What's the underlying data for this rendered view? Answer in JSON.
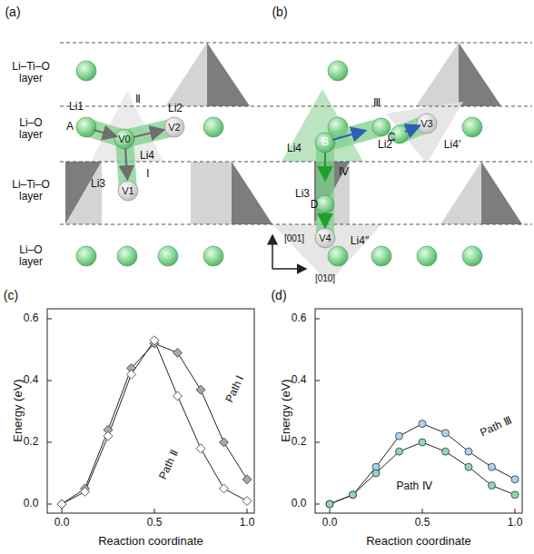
{
  "diagram": {
    "labels": [
      "(a)",
      "(b)",
      "Li–Ti–O layer",
      "Li–O layer",
      "Li–Ti–O layer",
      "Li–O layer",
      "Li1",
      "A",
      "Ⅱ",
      "Li2",
      "V0",
      "V2",
      "Li4",
      "Li3",
      "V1",
      "Ⅰ",
      "Ⅲ",
      "C",
      "V3",
      "Li4′",
      "B",
      "Li2",
      "Li4",
      "Ⅳ",
      "Li3",
      "D",
      "V4",
      "Li4″",
      "[001]",
      "[010]",
      "(c)",
      "(d)",
      "Energy (eV)",
      "0.6",
      "0.4",
      "0.2",
      "0.0",
      "0.0",
      "0.5",
      "1.0",
      "Reaction coordinate",
      "Path Ⅰ",
      "Path Ⅱ",
      "Energy (eV)",
      "0.6",
      "0.4",
      "0.2",
      "0.0",
      "0.0",
      "0.5",
      "1.0",
      "Reaction coordinate",
      "Path Ⅲ",
      "Path Ⅳ"
    ]
  }
}
